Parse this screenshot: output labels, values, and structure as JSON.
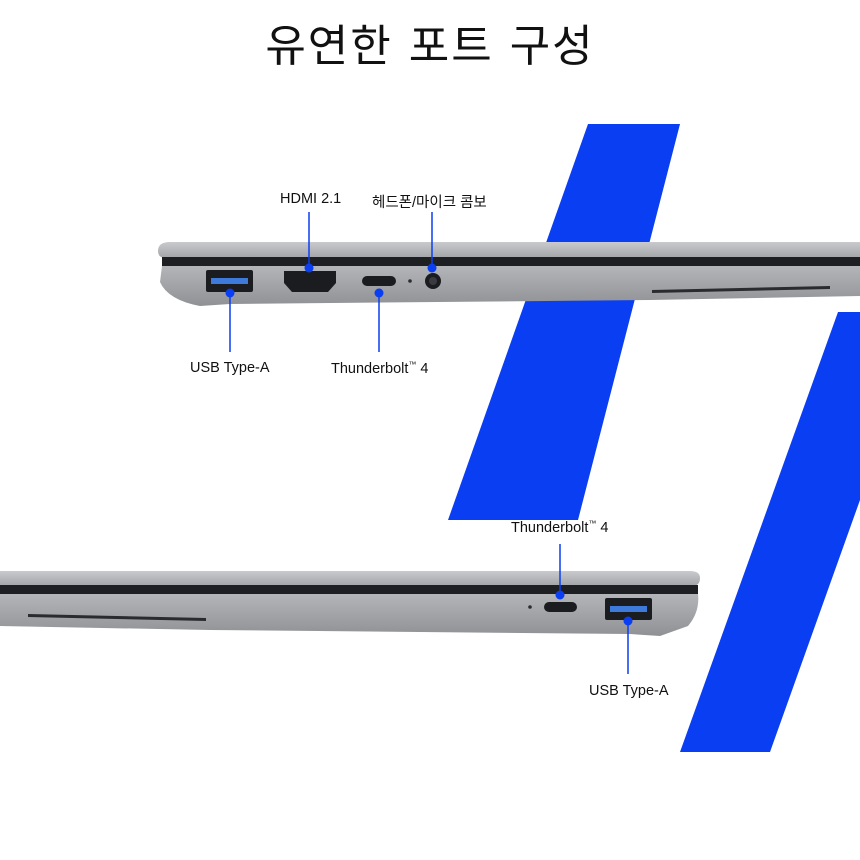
{
  "title": "유연한 포트 구성",
  "colors": {
    "accent_stripe": "#0a3ef2",
    "callout_dot": "#0a3ef2",
    "laptop_silver": "#a7a9ad",
    "background": "#ffffff"
  },
  "left_side": {
    "callouts_top": [
      {
        "label": "HDMI 2.1"
      },
      {
        "label": "헤드폰/마이크 콤보"
      }
    ],
    "callouts_bottom": [
      {
        "label": "USB Type-A"
      },
      {
        "label": "Thunderbolt",
        "trademark": "™",
        "suffix": " 4"
      }
    ]
  },
  "right_side": {
    "callouts_top": [
      {
        "label": "Thunderbolt",
        "trademark": "™",
        "suffix": " 4"
      }
    ],
    "callouts_bottom": [
      {
        "label": "USB Type-A"
      }
    ]
  }
}
